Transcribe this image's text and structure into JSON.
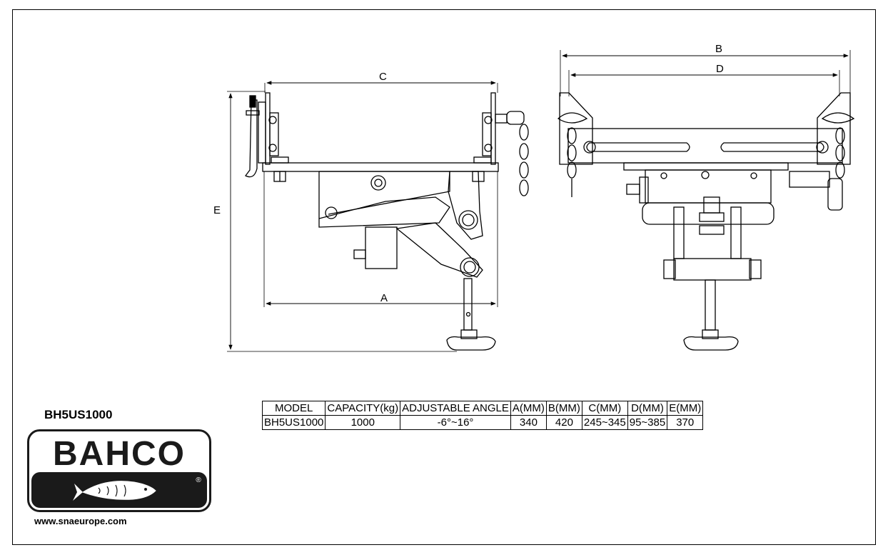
{
  "model_code": "BH5US1000",
  "brand": {
    "logo_text": "BAHCO",
    "registered_mark": "®"
  },
  "website": "www.snaeurope.com",
  "dimension_labels": {
    "A": "A",
    "B": "B",
    "C": "C",
    "D": "D",
    "E": "E"
  },
  "spec_table": {
    "headers": [
      "MODEL",
      "CAPACITY(kg)",
      "ADJUSTABLE ANGLE",
      "A(MM)",
      "B(MM)",
      "C(MM)",
      "D(MM)",
      "E(MM)"
    ],
    "rows": [
      [
        "BH5US1000",
        "1000",
        "-6°~16°",
        "340",
        "420",
        "245~345",
        "95~385",
        "370"
      ]
    ]
  },
  "colors": {
    "line": "#000000",
    "background": "#ffffff",
    "logo": "#1a1a1a"
  }
}
